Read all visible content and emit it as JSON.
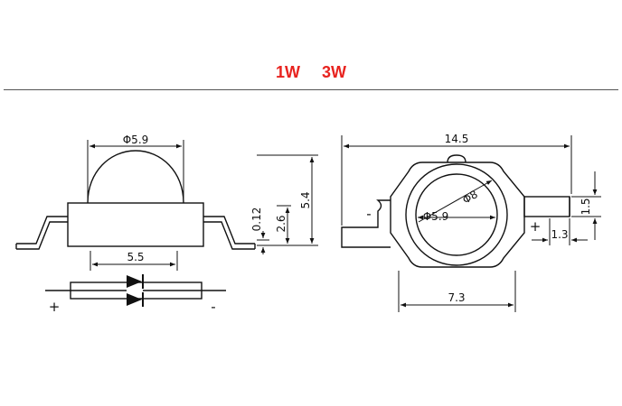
{
  "title": {
    "part1": "1W",
    "part2": "3W"
  },
  "colors": {
    "title": "#e8231f",
    "line": "#111111",
    "rule": "#555555"
  },
  "side_view": {
    "lens_diameter": "Φ5.9",
    "pad_span": "5.5"
  },
  "height_dims": {
    "total": "5.4",
    "body": "2.6",
    "lead": "0.12"
  },
  "top_view": {
    "width": "14.5",
    "outer_ring": "Φ8",
    "lens": "Φ5.9",
    "base_width": "7.3",
    "lead_width": "1.5",
    "lead_length": "1.3",
    "minus_sign": "-",
    "plus_sign": "+"
  },
  "polarity": {
    "plus": "+",
    "minus": "-"
  }
}
